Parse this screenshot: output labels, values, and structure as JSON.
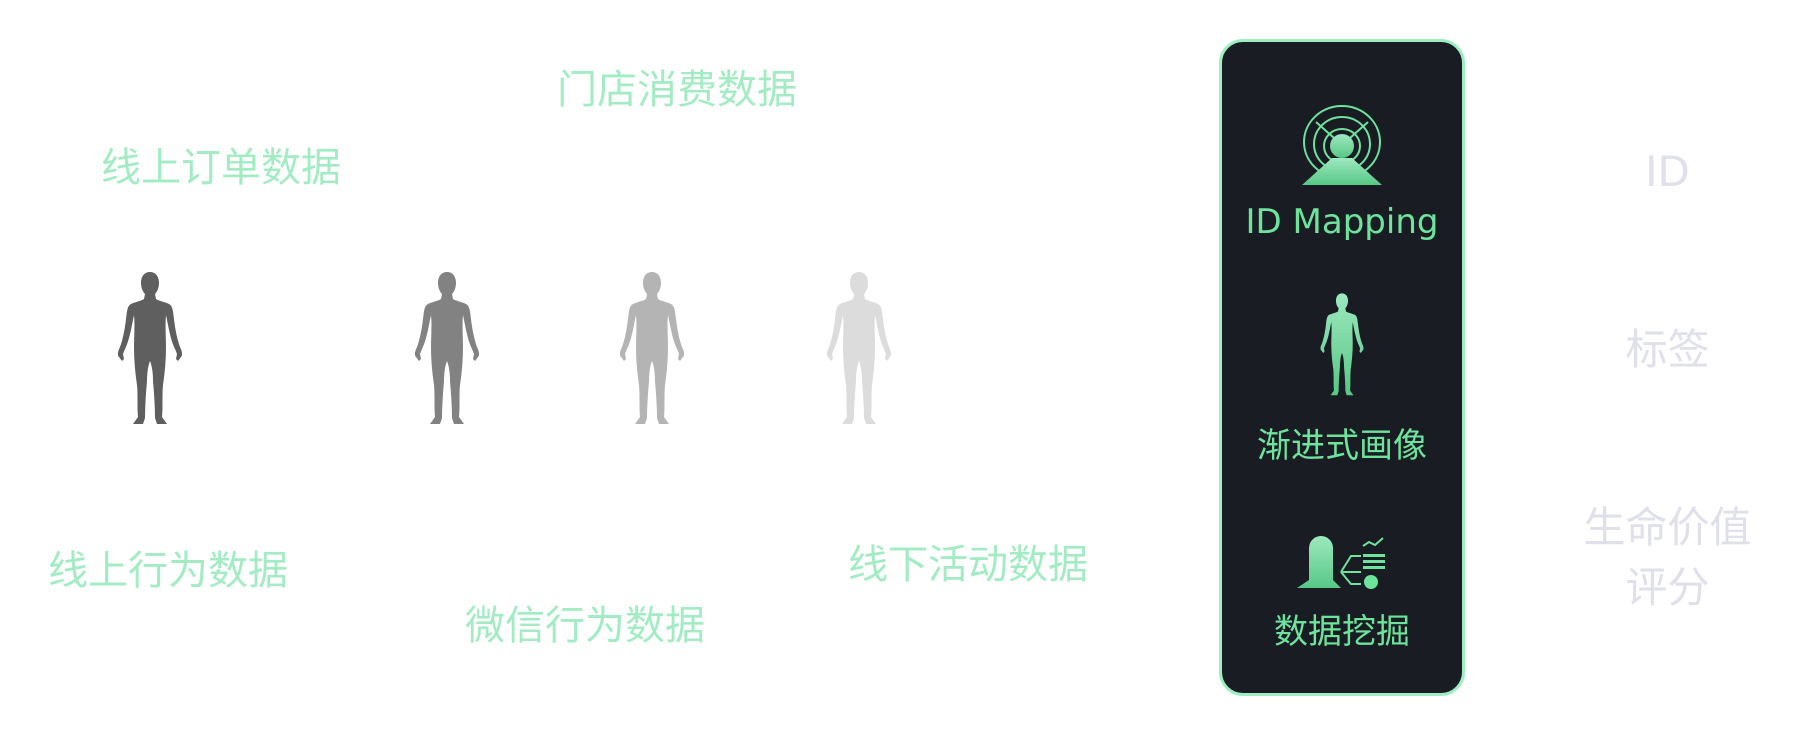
{
  "sources": {
    "store_consumption": "门店消费数据",
    "online_orders": "线上订单数据",
    "online_behavior": "线上行为数据",
    "wechat_behavior": "微信行为数据",
    "offline_events": "线下活动数据"
  },
  "panel": {
    "id_mapping": "ID Mapping",
    "progressive_profile": "渐进式画像",
    "data_mining": "数据挖掘"
  },
  "outputs": {
    "id": "ID",
    "tags": "标签",
    "lifetime_value_line1": "生命价值",
    "lifetime_value_line2": "评分"
  },
  "colors": {
    "source_text": "#a3ecc3",
    "accent": "#6ee39b",
    "panel_bg": "#1a1c23",
    "panel_border": "#9deec0",
    "output_text": "#dfe0ea"
  }
}
